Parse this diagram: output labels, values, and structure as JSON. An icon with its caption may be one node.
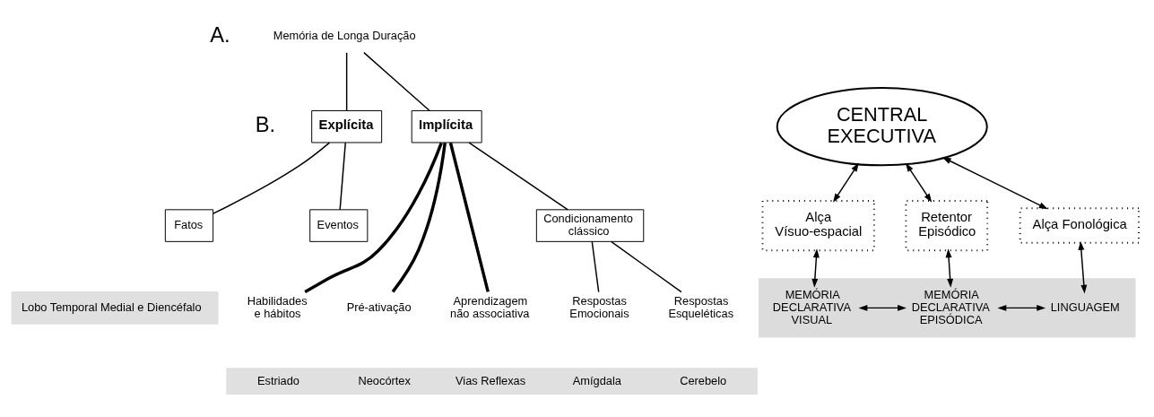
{
  "diagram": {
    "nodes": [
      {
        "text": [
          "Memória de Longa Duração"
        ]
      },
      {
        "text": [
          "Explícita"
        ]
      },
      {
        "text": [
          "Implícita"
        ]
      },
      {
        "text": [
          "Fatos"
        ]
      },
      {
        "text": [
          "Eventos"
        ]
      },
      {
        "text": [
          "Lobo Temporal Medial e Diencéfalo"
        ]
      },
      {
        "text": [
          "Condicionamento clássico"
        ]
      },
      {
        "text": [
          "Habilidades e hábitos"
        ]
      },
      {
        "text": [
          "Pré-ativação"
        ]
      },
      {
        "text": [
          "Aprendizagem não associativa"
        ]
      },
      {
        "text": [
          "Respostas Emocionais"
        ]
      },
      {
        "text": [
          "Respostas Esqueléticas"
        ]
      },
      {
        "text": [
          "Estriado",
          "Neocórtex",
          "Vias Reflexas",
          "Amígdala",
          "Cerebelo"
        ]
      },
      {
        "text": [
          "CENTRAL EXECUTIVA"
        ]
      },
      {
        "text": [
          "Alça Vísuo-espacial"
        ]
      },
      {
        "text": [
          "Retentor Episódico"
        ]
      },
      {
        "text": [
          "Alça Fonológica"
        ]
      },
      {
        "text": [],
        "shape": "band"
      },
      {
        "text": [
          "MEMÓRIA DECLARATIVA VISUAL"
        ],
        "in": 17
      },
      {
        "text": [
          "MEMÓRIA DECLARATIVA EPISÓDICA"
        ],
        "in": 17
      },
      {
        "text": [
          "LINGUAGEM"
        ],
        "in": 17
      }
    ],
    "edges": [
      {
        "from": 0,
        "to": 1,
        "arrow": "none"
      },
      {
        "from": 0,
        "to": 2,
        "arrow": "none"
      },
      {
        "from": 1,
        "to": 3,
        "arrow": "none"
      },
      {
        "from": 1,
        "to": 4,
        "arrow": "none"
      },
      {
        "from": 2,
        "to": 7,
        "arrow": "none",
        "style": "thick"
      },
      {
        "from": 2,
        "to": 8,
        "arrow": "none",
        "style": "thick"
      },
      {
        "from": 2,
        "to": 9,
        "arrow": "none",
        "style": "thick"
      },
      {
        "from": 2,
        "to": 6,
        "arrow": "none"
      },
      {
        "from": 6,
        "to": 10,
        "arrow": "none"
      },
      {
        "from": 6,
        "to": 11,
        "arrow": "none"
      },
      {
        "from": 13,
        "to": 14,
        "arrow": "both"
      },
      {
        "from": 13,
        "to": 15,
        "arrow": "both"
      },
      {
        "from": 13,
        "to": 16,
        "arrow": "both"
      },
      {
        "from": 14,
        "to": 18,
        "arrow": "both"
      },
      {
        "from": 15,
        "to": 19,
        "arrow": "both"
      },
      {
        "from": 16,
        "to": 20,
        "arrow": "both"
      },
      {
        "from": 18,
        "to": 19,
        "arrow": "both"
      },
      {
        "from": 19,
        "to": 20,
        "arrow": "both"
      }
    ],
    "labels": [
      "A.",
      "B."
    ]
  }
}
